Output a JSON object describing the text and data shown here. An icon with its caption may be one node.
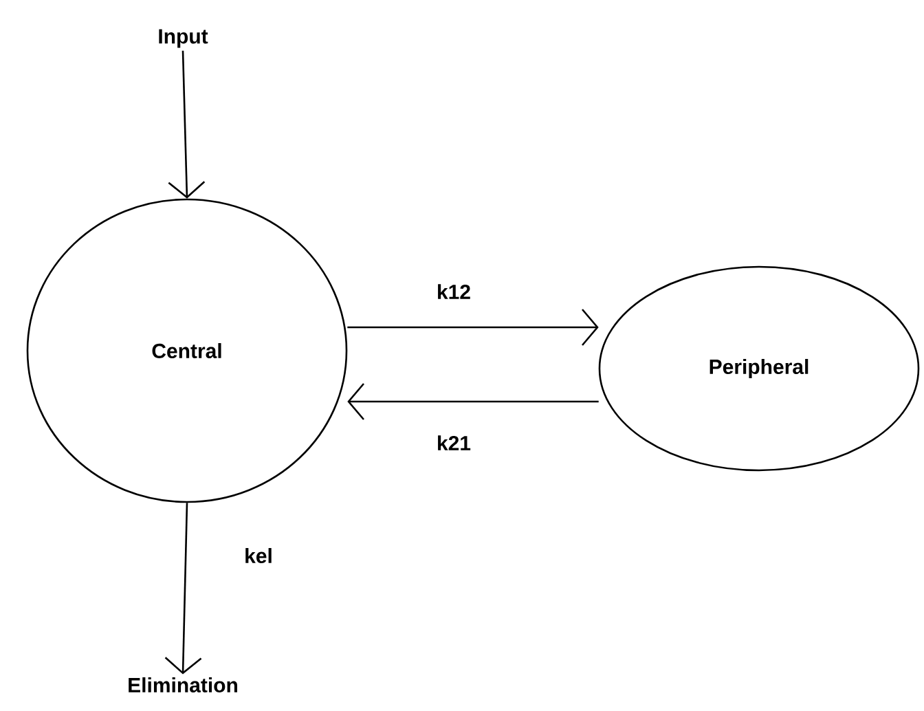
{
  "diagram": {
    "nodes": [
      {
        "text": [
          "Input"
        ]
      },
      {
        "text": [
          "Central"
        ]
      },
      {
        "text": [
          "Peripheral"
        ]
      },
      {
        "text": [
          "Elimination"
        ]
      }
    ],
    "edges": [
      {
        "from": 0,
        "to": 1,
        "arrow": "to"
      },
      {
        "from": 1,
        "to": 2,
        "arrow": "to",
        "label": "k12"
      },
      {
        "from": 2,
        "to": 1,
        "arrow": "to",
        "label": "k21"
      },
      {
        "from": 1,
        "to": 3,
        "arrow": "to",
        "label": "kel"
      }
    ]
  }
}
